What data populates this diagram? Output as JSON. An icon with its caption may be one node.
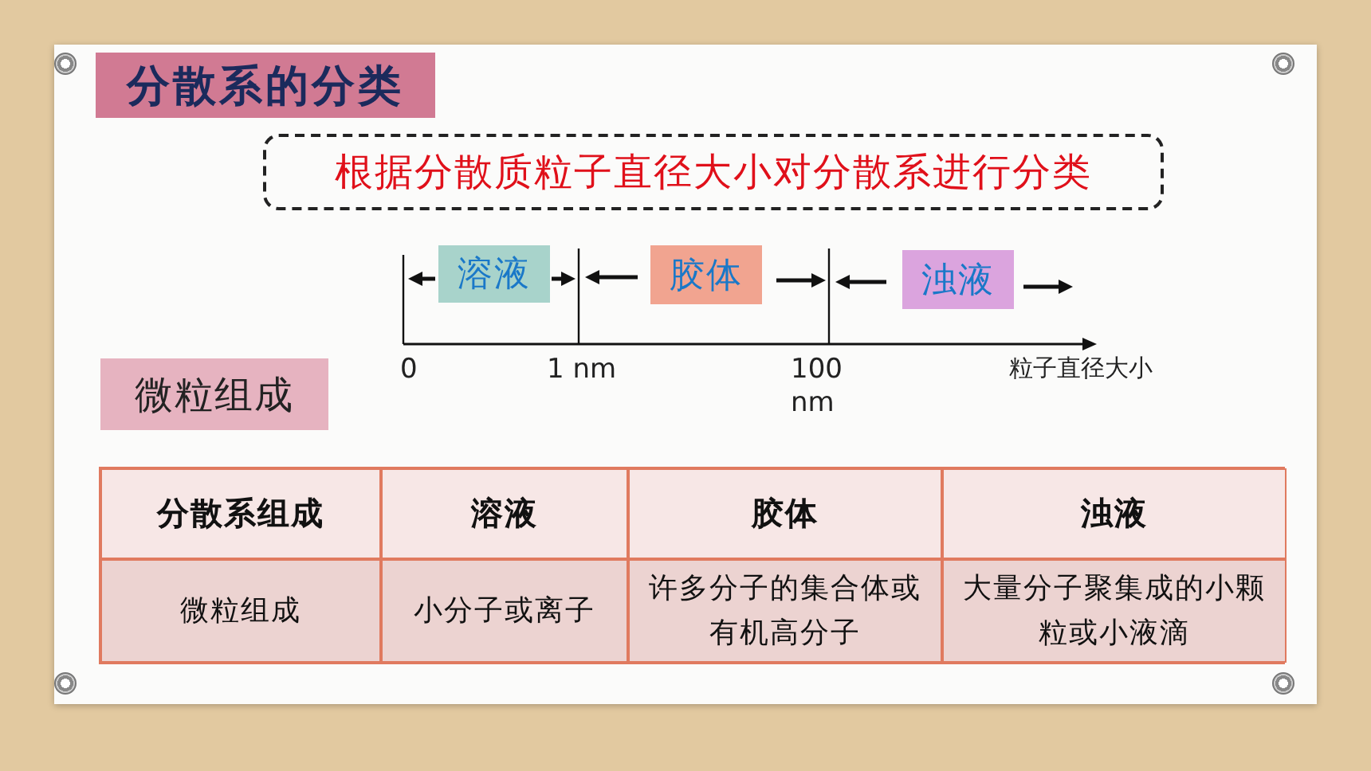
{
  "diagram": {
    "title": "分散系的分类",
    "nodes": [
      {
        "text": [
          "根据分散质粒子直径大小对分散系进行分类"
        ]
      },
      {
        "text": [
          "溶液"
        ]
      },
      {
        "text": [
          "胶体"
        ]
      },
      {
        "text": [
          "浊液"
        ]
      },
      {
        "text": [
          "微粒组成"
        ]
      }
    ],
    "edges": [],
    "labels": [
      "0",
      "1 nm",
      "100 nm",
      "粒子直径大小",
      "分散系组成",
      "溶液",
      "胶体",
      "浊液",
      "微粒组成",
      "小分子或离子",
      "许多分子的集合体或有机高分子",
      "大量分子聚集成的小颗粒或小液滴"
    ]
  }
}
